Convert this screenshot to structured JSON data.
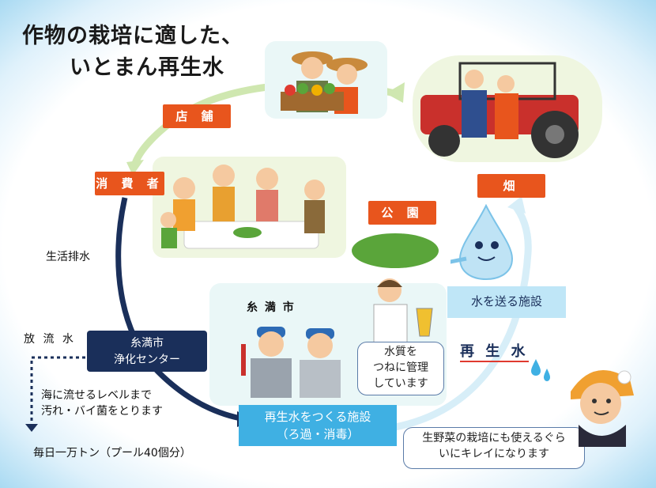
{
  "title": {
    "line1": "作物の栽培に適した、",
    "line2": "いとまん再生水"
  },
  "nodes": {
    "store": "店 舗",
    "consumer": "消 費 者",
    "field": "畑",
    "park": "公 園",
    "city": "糸 満 市",
    "plant_line1": "糸満市",
    "plant_line2": "浄化センター",
    "recycle_line1": "再生水をつくる施設",
    "recycle_line2": "（ろ過・消毒）",
    "send_facility": "水を送る施設",
    "reclaimed_water": "再 生 水"
  },
  "labels": {
    "wastewater": "生活排水",
    "discharge": "放 流 水",
    "sea_line1": "海に流せるレベルまで",
    "sea_line2": "汚れ・バイ菌をとります",
    "daily": "毎日一万トン（プール40個分）"
  },
  "bubbles": {
    "quality_line1": "水質を",
    "quality_line2": "つねに管理",
    "quality_line3": "しています",
    "veg_line1": "生野菜の栽培にも使えるぐら",
    "veg_line2": "いにキレイになります"
  },
  "colors": {
    "orange": "#e8551d",
    "navy": "#1a2f5a",
    "blue": "#3fb0e3",
    "light_blue": "#bfe6f7",
    "green_arrow": "#b7dc8b",
    "park_green": "#5aa53a"
  }
}
